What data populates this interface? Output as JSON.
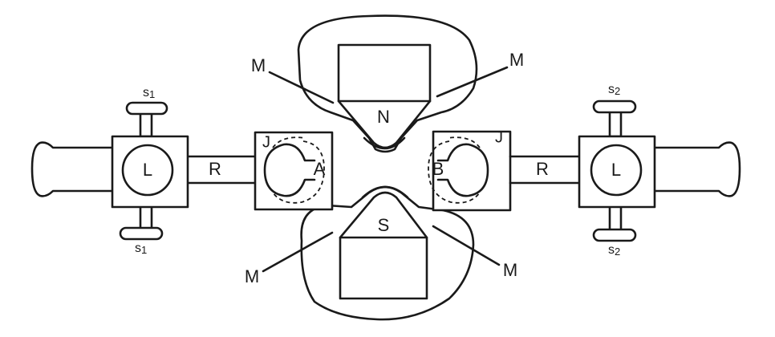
{
  "labels": {
    "N": "N",
    "S": "S",
    "A": "A",
    "B": "B",
    "J": "J",
    "L": "L",
    "R": "R",
    "M": "M",
    "s1_main": "s",
    "s1_sub": "1",
    "s2_main": "s",
    "s2_sub": "2"
  }
}
